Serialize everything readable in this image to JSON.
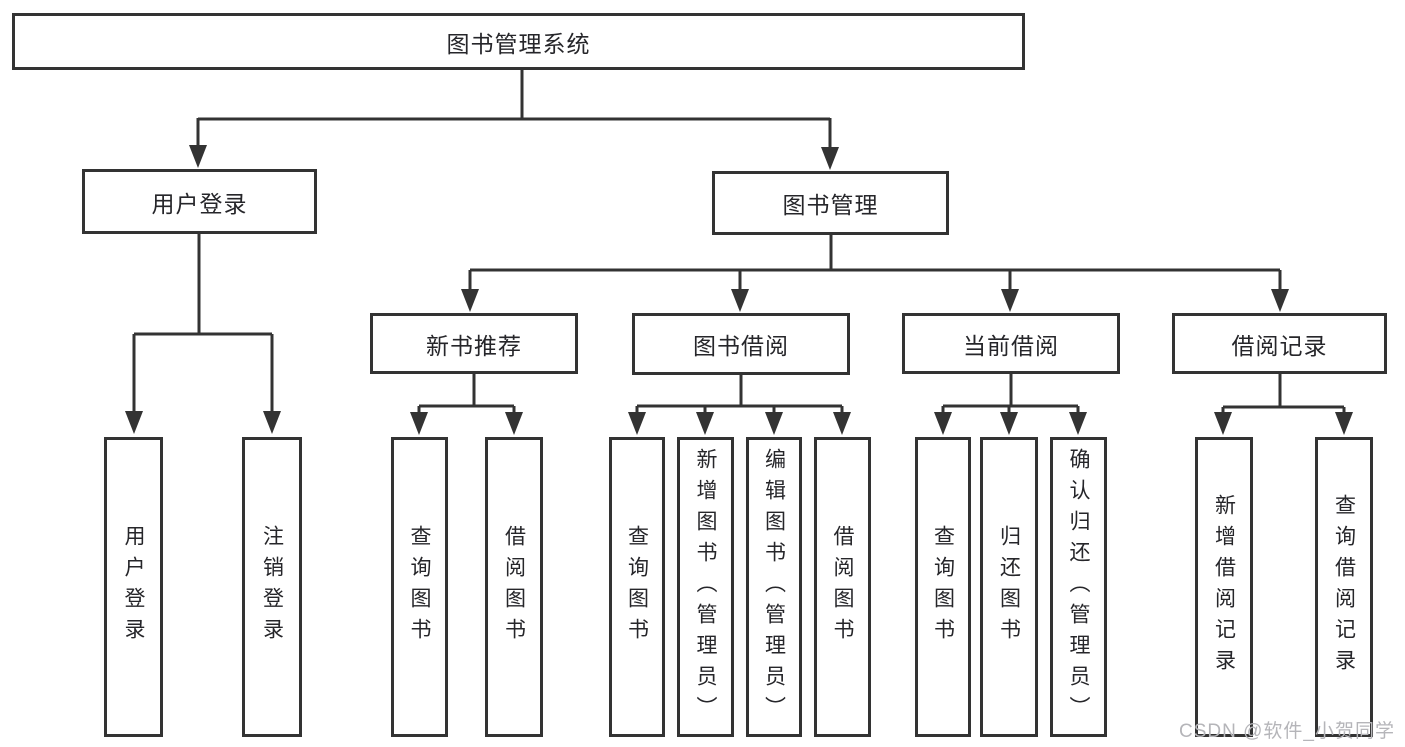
{
  "colors": {
    "line": "#333333",
    "text": "#26262a",
    "background": "#ffffff",
    "watermark": "#b5b5b9"
  },
  "diagram": {
    "root": "图书管理系统",
    "user_login": {
      "label": "用户登录",
      "children": [
        "用户登录",
        "注销登录"
      ]
    },
    "book_management": {
      "label": "图书管理",
      "sections": [
        {
          "label": "新书推荐",
          "children": [
            "查询图书",
            "借阅图书"
          ]
        },
        {
          "label": "图书借阅",
          "children": [
            "查询图书",
            "新增图书（管理员）",
            "编辑图书（管理员）",
            "借阅图书"
          ]
        },
        {
          "label": "当前借阅",
          "children": [
            "查询图书",
            "归还图书",
            "确认归还（管理员）"
          ]
        },
        {
          "label": "借阅记录",
          "children": [
            "新增借阅记录",
            "查询借阅记录"
          ]
        }
      ]
    }
  },
  "watermark": {
    "text": "CSDN @软件_小贺同学"
  }
}
